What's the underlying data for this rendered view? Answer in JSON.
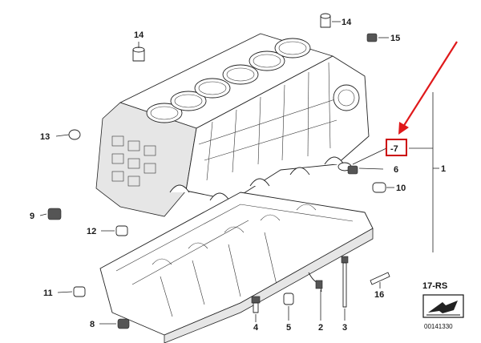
{
  "callouts": [
    {
      "id": "1",
      "label": "1"
    },
    {
      "id": "2",
      "label": "2"
    },
    {
      "id": "3",
      "label": "3"
    },
    {
      "id": "4",
      "label": "4"
    },
    {
      "id": "5",
      "label": "5"
    },
    {
      "id": "6",
      "label": "6"
    },
    {
      "id": "7",
      "label": "-7"
    },
    {
      "id": "8",
      "label": "8"
    },
    {
      "id": "9",
      "label": "9"
    },
    {
      "id": "10",
      "label": "10"
    },
    {
      "id": "11",
      "label": "11"
    },
    {
      "id": "12",
      "label": "12"
    },
    {
      "id": "13",
      "label": "13"
    },
    {
      "id": "14a",
      "label": "14"
    },
    {
      "id": "14b",
      "label": "14"
    },
    {
      "id": "15",
      "label": "15"
    },
    {
      "id": "16",
      "label": "16"
    }
  ],
  "badge": {
    "label": "17-RS"
  },
  "diagram_code": "00141330",
  "highlight": {
    "target": "-7",
    "box_color": "#cc0000",
    "arrow_color": "#e0191b"
  }
}
